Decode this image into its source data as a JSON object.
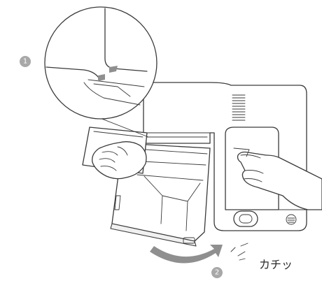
{
  "steps": {
    "step1": {
      "number": "1"
    },
    "step2": {
      "number": "2"
    }
  },
  "sound_text": "カチッ",
  "colors": {
    "line": "#3a3a3a",
    "badge": "#a8a8a8",
    "arrow": "#8f8f8f"
  }
}
